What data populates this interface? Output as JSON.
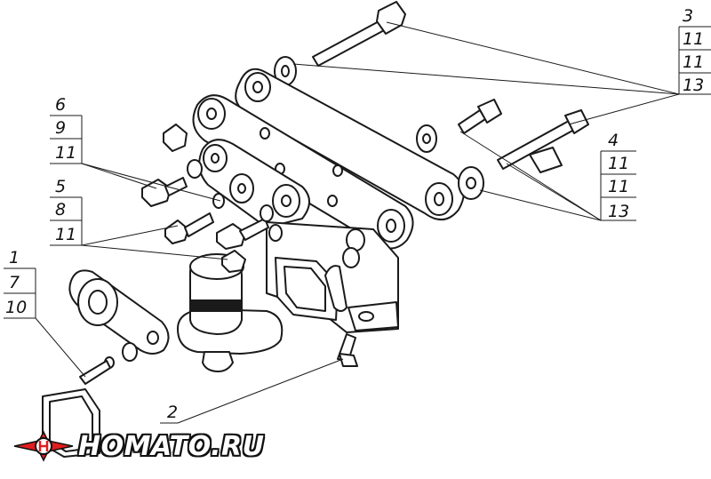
{
  "callouts": {
    "c1": "1",
    "c7": "7",
    "c10": "10",
    "c2": "2",
    "c3": "3",
    "c3_11a": "11",
    "c3_11b": "11",
    "c3_13": "13",
    "c4": "4",
    "c4_11a": "11",
    "c4_11b": "11",
    "c4_13": "13",
    "c5": "5",
    "c8": "8",
    "c5_11": "11",
    "c6": "6",
    "c9": "9",
    "c6_11": "11"
  },
  "logo": {
    "text": "HOMATO.RU",
    "accent_color": "#e11d1d"
  },
  "colors": {
    "line": "#1a1a1a",
    "paper": "#ffffff"
  }
}
